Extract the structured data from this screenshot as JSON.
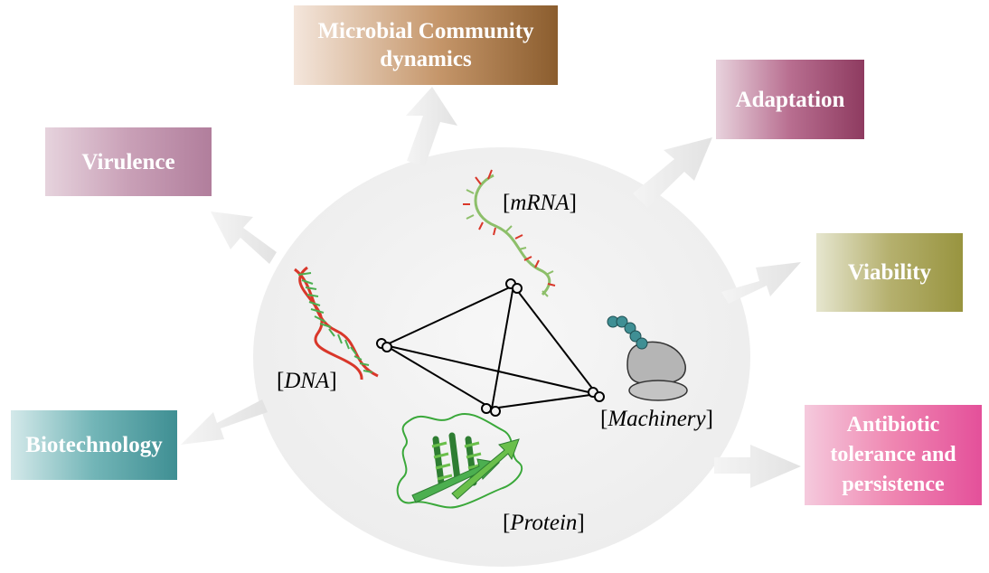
{
  "outcomes": {
    "microbial_line1": "Microbial Community",
    "microbial_line2": "dynamics",
    "adaptation": "Adaptation",
    "virulence": "Virulence",
    "viability": "Viability",
    "biotechnology": "Biotechnology",
    "antibiotic_line1": "Antibiotic",
    "antibiotic_line2": "tolerance and",
    "antibiotic_line3": "persistence"
  },
  "molecules": {
    "dna": "DNA",
    "mrna": "mRNA",
    "machinery": "Machinery",
    "protein": "Protein"
  },
  "colors": {
    "ellipse": "#f0f0f0",
    "arrow": "#e6e6e6",
    "dna_red": "#d9372a",
    "dna_green": "#4caf50",
    "protein_green": "#3aa83a",
    "machinery_gray": "#b5b5b5",
    "machinery_teal": "#3f8f94"
  },
  "icons": [
    "dna-helix-icon",
    "mrna-strand-icon",
    "ribosome-icon",
    "protein-fold-icon"
  ]
}
